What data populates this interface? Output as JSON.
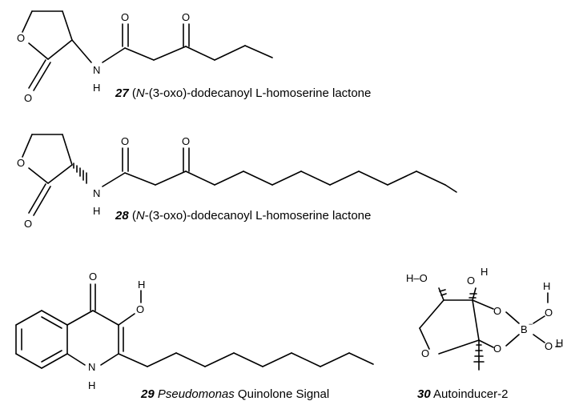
{
  "compounds": [
    {
      "number": "27",
      "name_pre": " (",
      "name_italic": "N",
      "name_post": "-(3-oxo)-dodecanoyl L-homoserine lactone"
    },
    {
      "number": "28",
      "name_pre": " (",
      "name_italic": "N",
      "name_post": "-(3-oxo)-dodecanoyl L-homoserine lactone"
    },
    {
      "number": "29",
      "name_italic": " Pseudomonas",
      "name_post": " Quinolone Signal"
    },
    {
      "number": "30",
      "name_post": " Autoinducer-2"
    }
  ],
  "atoms": {
    "O": "O",
    "N": "N",
    "H": "H",
    "B": "B",
    "minus": "−",
    "H_O": "H–O"
  }
}
